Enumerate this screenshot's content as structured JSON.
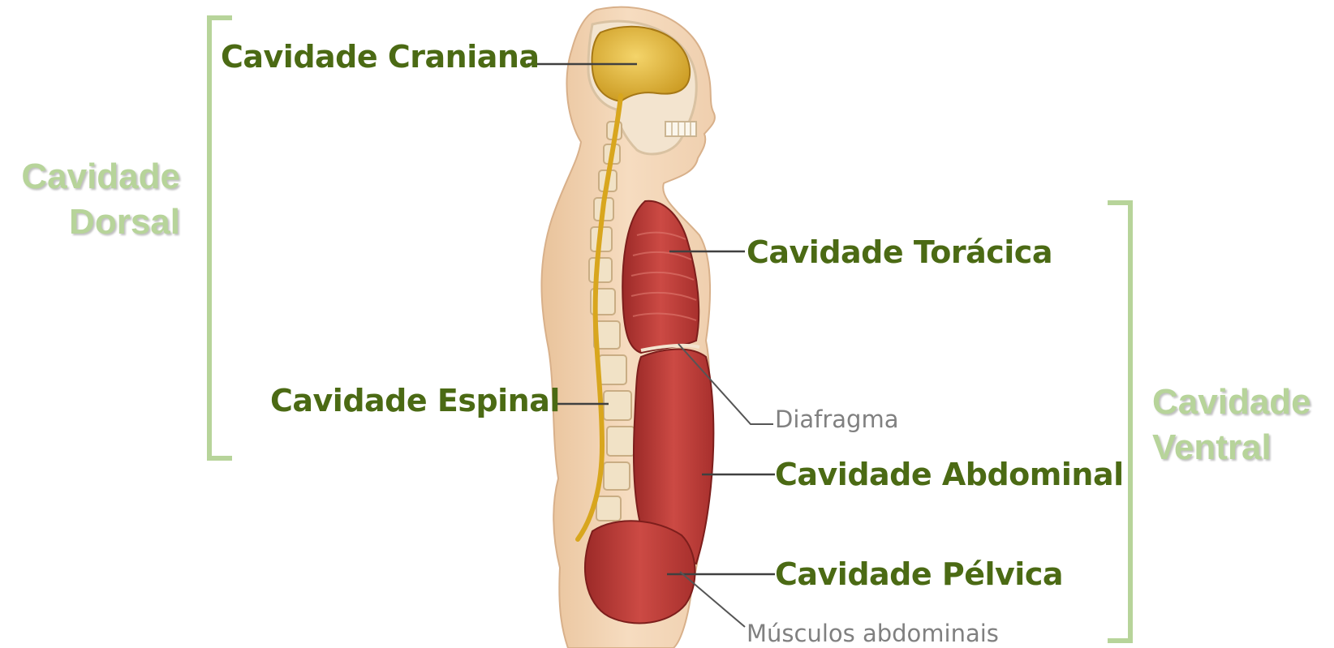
{
  "groups": {
    "dorsal": {
      "line1": "Cavidade",
      "line2": "Dorsal"
    },
    "ventral": {
      "line1": "Cavidade",
      "line2": "Ventral"
    }
  },
  "labels": {
    "craniana": "Cavidade Craniana",
    "toracica": "Cavidade Torácica",
    "espinal": "Cavidade Espinal",
    "diafragma": "Diafragma",
    "abdominal": "Cavidade Abdominal",
    "pelvica": "Cavidade Pélvica",
    "musculos": "Músculos abdominais"
  },
  "colors": {
    "label_green": "#4b6a14",
    "bracket_green": "#b7d49a",
    "small_gray": "#808080",
    "organ_red": "#b83a36",
    "brain_yellow": "#e0b030",
    "skin": "#f2d3b0"
  }
}
